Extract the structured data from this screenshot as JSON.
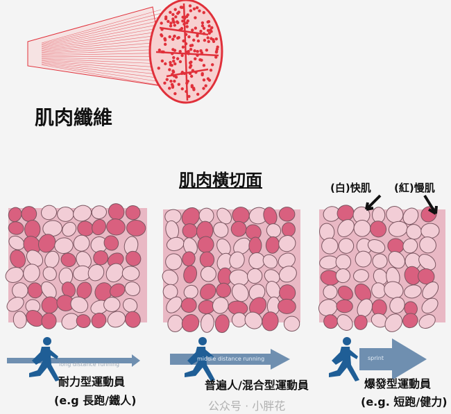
{
  "fiber_label": "肌肉纖維",
  "cross_section_title": "肌肉橫切面",
  "legend": {
    "fast_twitch": "(白)快肌",
    "slow_twitch": "(紅)慢肌"
  },
  "colors": {
    "slow_twitch": "#d9607f",
    "fast_twitch": "#f2cdd6",
    "cell_border": "#7a5560",
    "arrow": "#6f8fb0",
    "runner": "#1f5e96",
    "muscle_red": "#e0303a"
  },
  "panels": [
    {
      "arrow_label": "long distance running",
      "athlete": "耐力型運動員",
      "example": "(e.g 長跑/鐵人)",
      "slow_twitch_fraction": 0.6
    },
    {
      "arrow_label": "middle distance running",
      "athlete": "普遍人/混合型運動員",
      "example": "",
      "slow_twitch_fraction": 0.45
    },
    {
      "arrow_label": "sprint",
      "athlete": "爆發型運動員",
      "example": "(e.g. 短跑/健力)",
      "slow_twitch_fraction": 0.25
    }
  ],
  "watermark": "公众号 · 小胖花"
}
